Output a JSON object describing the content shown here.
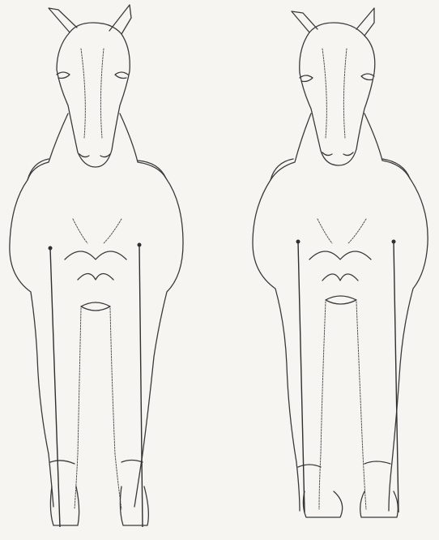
{
  "figure": {
    "panels": [
      {
        "id": "left",
        "subject": "horse-front-view",
        "plumb_lines": 2
      },
      {
        "id": "right",
        "subject": "horse-front-view",
        "plumb_lines": 2
      }
    ],
    "line_color": "#3a3a3a",
    "background_color": "#f6f5f1"
  }
}
